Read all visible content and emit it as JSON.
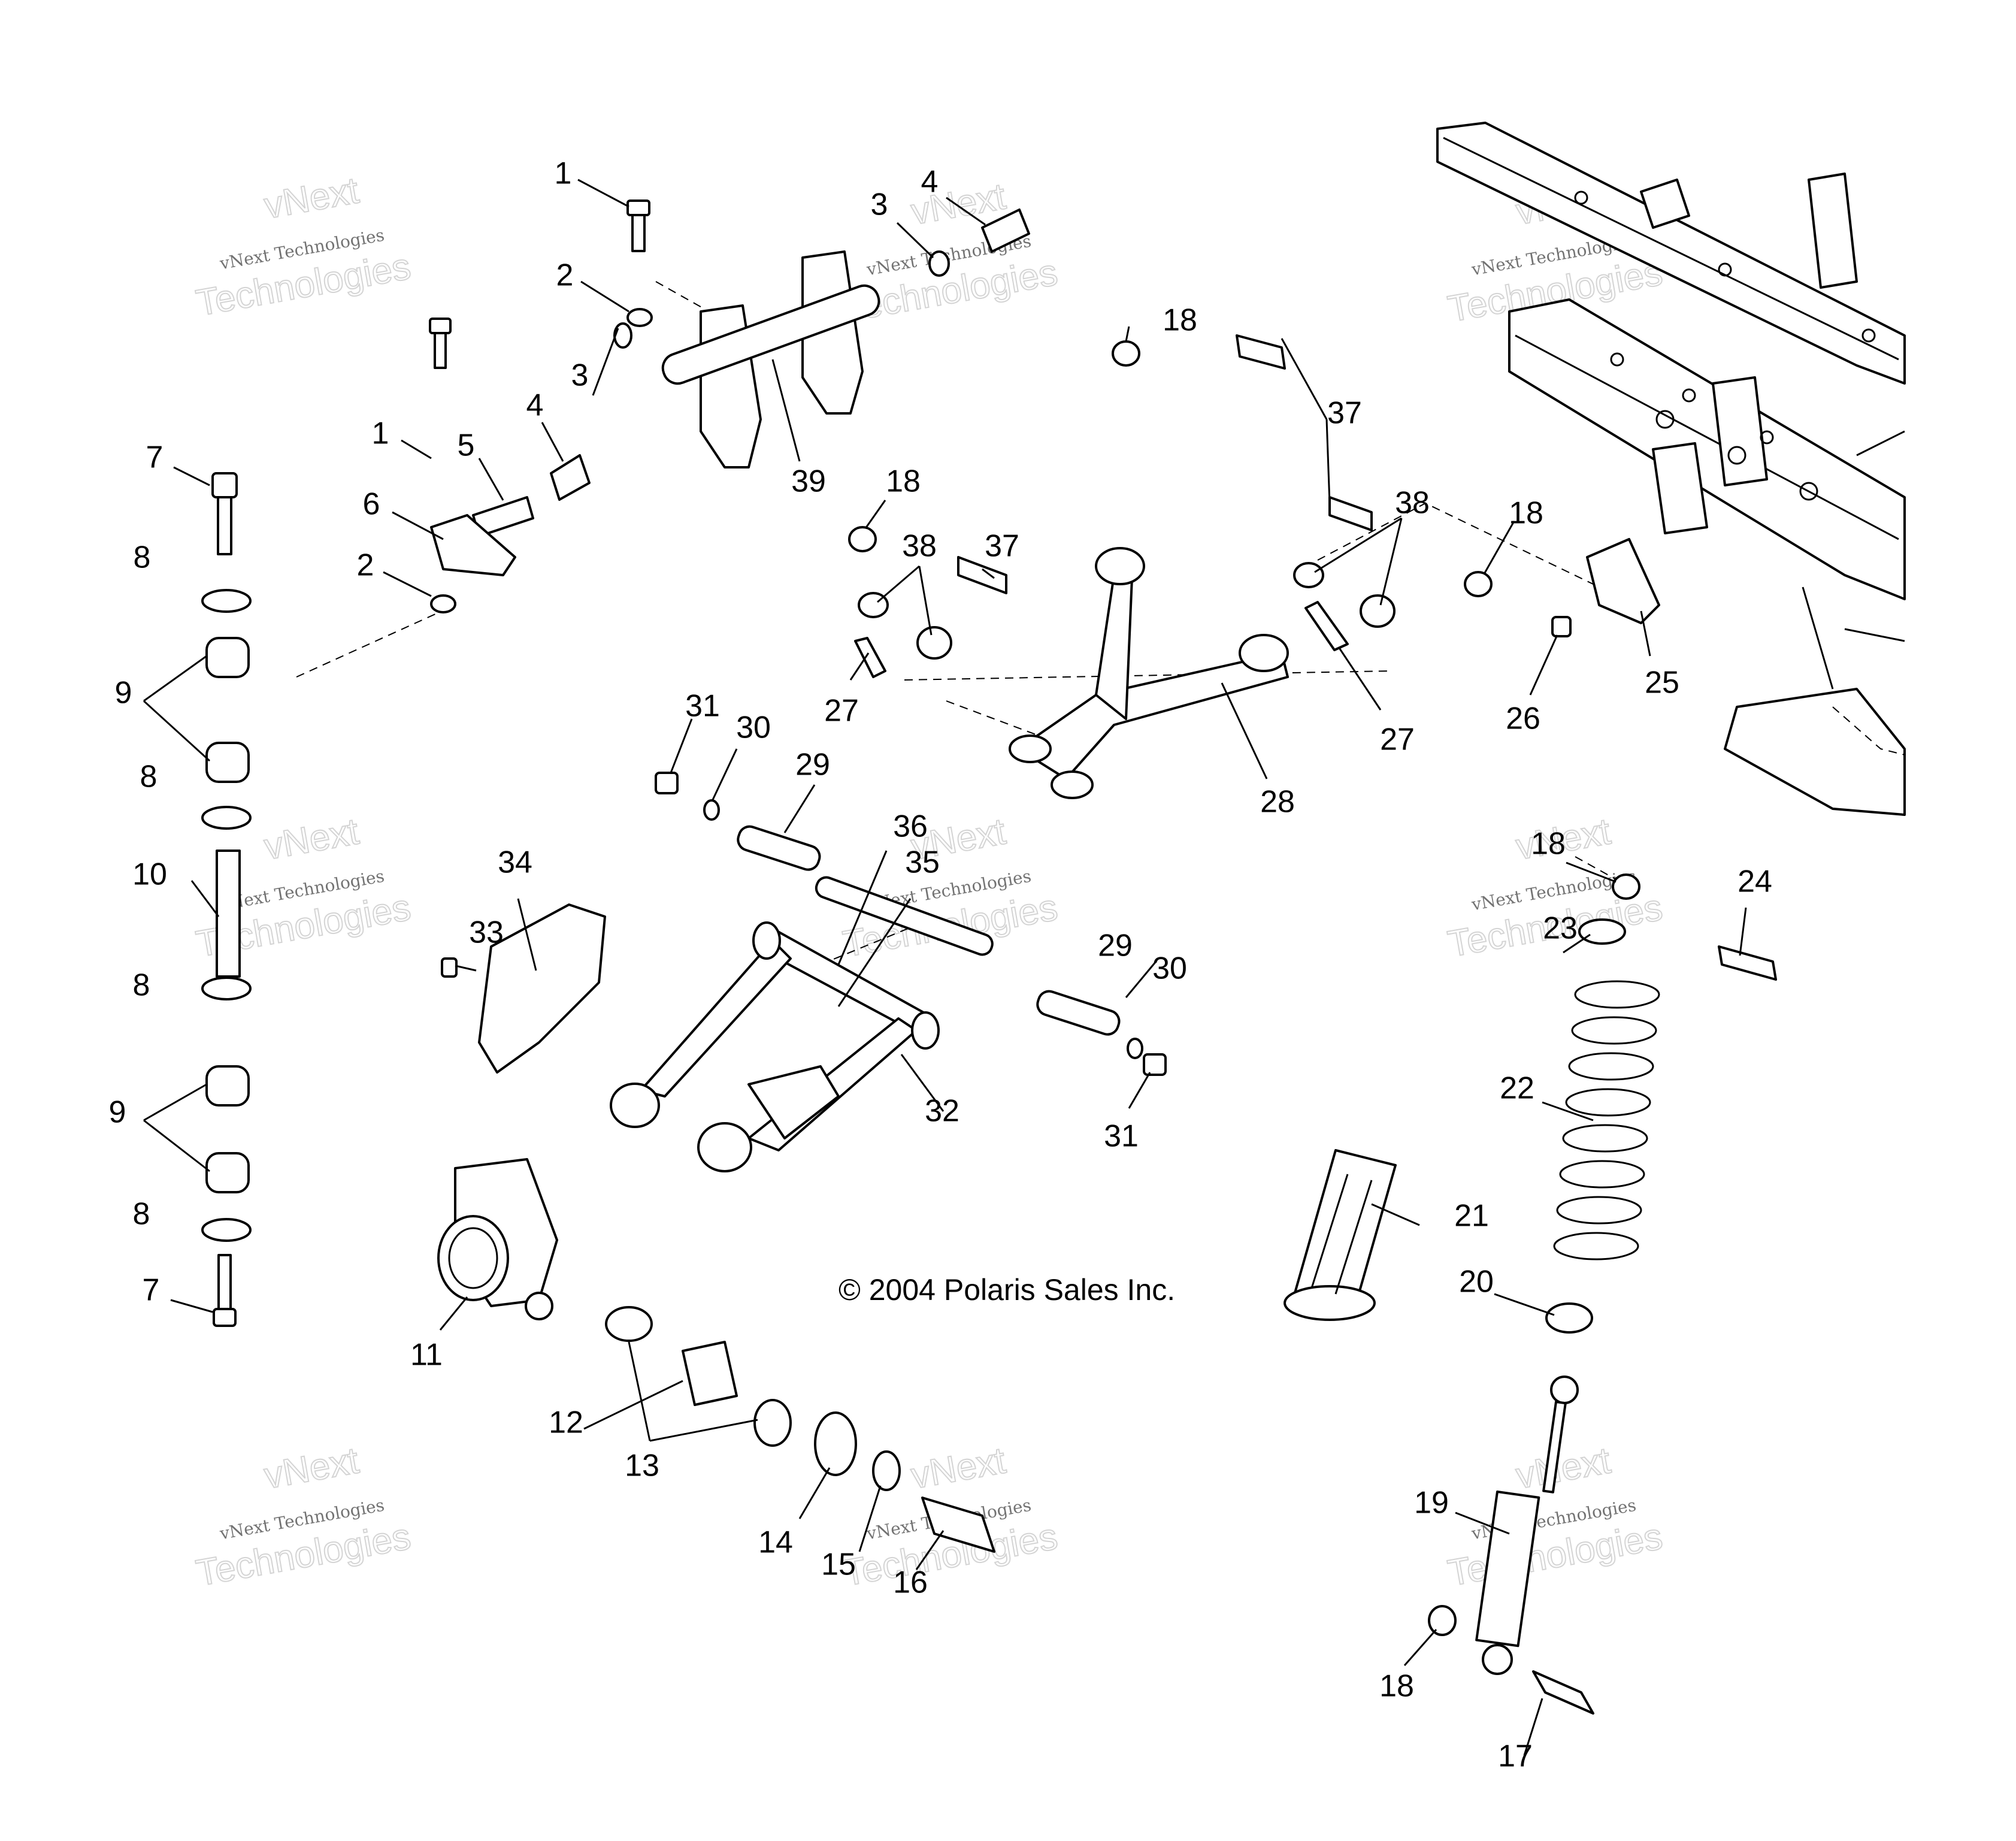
{
  "copyright": "© 2004 Polaris Sales Inc.",
  "watermark": {
    "small": "vNext Technologies",
    "large": "Technologies",
    "top": "vNext"
  },
  "labels": {
    "l1a": "1",
    "l1b": "1",
    "l2a": "2",
    "l2b": "2",
    "l3a": "3",
    "l3b": "3",
    "l4a": "4",
    "l4b": "4",
    "l5": "5",
    "l6": "6",
    "l7a": "7",
    "l7b": "7",
    "l8a": "8",
    "l8b": "8",
    "l8c": "8",
    "l8d": "8",
    "l9a": "9",
    "l9b": "9",
    "l10": "10",
    "l11": "11",
    "l12": "12",
    "l13": "13",
    "l14": "14",
    "l15": "15",
    "l16": "16",
    "l17": "17",
    "l18a": "18",
    "l18b": "18",
    "l18c": "18",
    "l18d": "18",
    "l18e": "18",
    "l19": "19",
    "l20": "20",
    "l21": "21",
    "l22": "22",
    "l23": "23",
    "l24": "24",
    "l25": "25",
    "l26": "26",
    "l27a": "27",
    "l27b": "27",
    "l28": "28",
    "l29a": "29",
    "l29b": "29",
    "l30a": "30",
    "l30b": "30",
    "l31a": "31",
    "l31b": "31",
    "l32": "32",
    "l33": "33",
    "l34": "34",
    "l35": "35",
    "l36": "36",
    "l37a": "37",
    "l37b": "37",
    "l38a": "38",
    "l38b": "38",
    "l39": "39"
  }
}
